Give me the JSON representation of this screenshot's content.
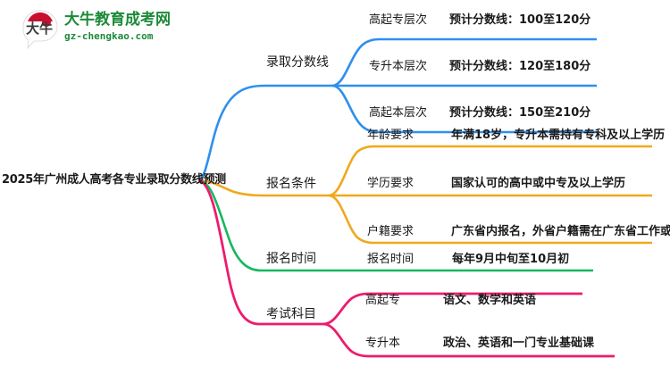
{
  "logo": {
    "mark_text": "大牛",
    "title": "大牛教育成考网",
    "subtitle": "gz-chengkao.com",
    "brand_color": "#1c8a3a",
    "mark_accent_color": "#c8102e"
  },
  "mindmap": {
    "root": {
      "label": "2025年广州成人高考各专业录取分数线预测"
    },
    "branches": [
      {
        "label": "录取分数线",
        "color": "#2e8fee",
        "children": [
          {
            "label": "高起专层次",
            "value": "预计分数线：100至120分"
          },
          {
            "label": "专升本层次",
            "value": "预计分数线：120至180分"
          },
          {
            "label": "高起本层次",
            "value": "预计分数线：150至210分"
          }
        ]
      },
      {
        "label": "报名条件",
        "color": "#f0a81e",
        "children": [
          {
            "label": "年龄要求",
            "value": "年满18岁，专升本需持有专科及以上学历"
          },
          {
            "label": "学历要求",
            "value": "国家认可的高中或中专及以上学历"
          },
          {
            "label": "户籍要求",
            "value": "广东省内报名，外省户籍需在广东省工作或居住"
          }
        ]
      },
      {
        "label": "报名时间",
        "color": "#16b85f",
        "children": [
          {
            "label": "报名时间",
            "value": "每年9月中旬至10月初"
          }
        ]
      },
      {
        "label": "考试科目",
        "color": "#ec1c6e",
        "children": [
          {
            "label": "高起专",
            "value": "语文、数学和英语"
          },
          {
            "label": "专升本",
            "value": "政治、英语和一门专业基础课"
          }
        ]
      }
    ]
  }
}
